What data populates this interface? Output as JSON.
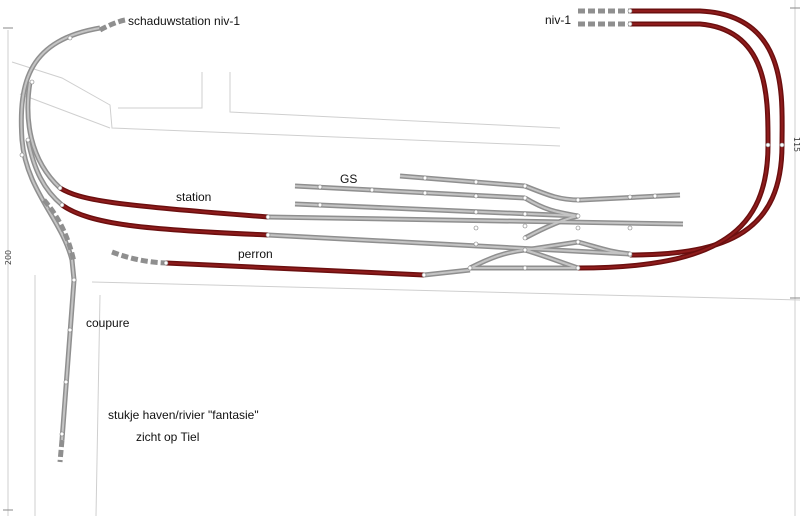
{
  "labels": {
    "shadow_station": "schaduwstation niv-1",
    "niv": "niv-1",
    "gs": "GS",
    "station": "station",
    "perron": "perron",
    "coupure": "coupure",
    "harbor": "stukje haven/rivier \"fantasie\"",
    "view": "zicht op Tiel"
  },
  "dimensions": {
    "right": "115",
    "left": "200"
  },
  "colors": {
    "grey_track": "#8f8f8f",
    "grey_track_light": "#c4c4c4",
    "red_track": "#6b0f0f",
    "red_track_light": "#8e1c1c",
    "background_lines": "#cfcfcf",
    "joint": "#ffffff"
  }
}
